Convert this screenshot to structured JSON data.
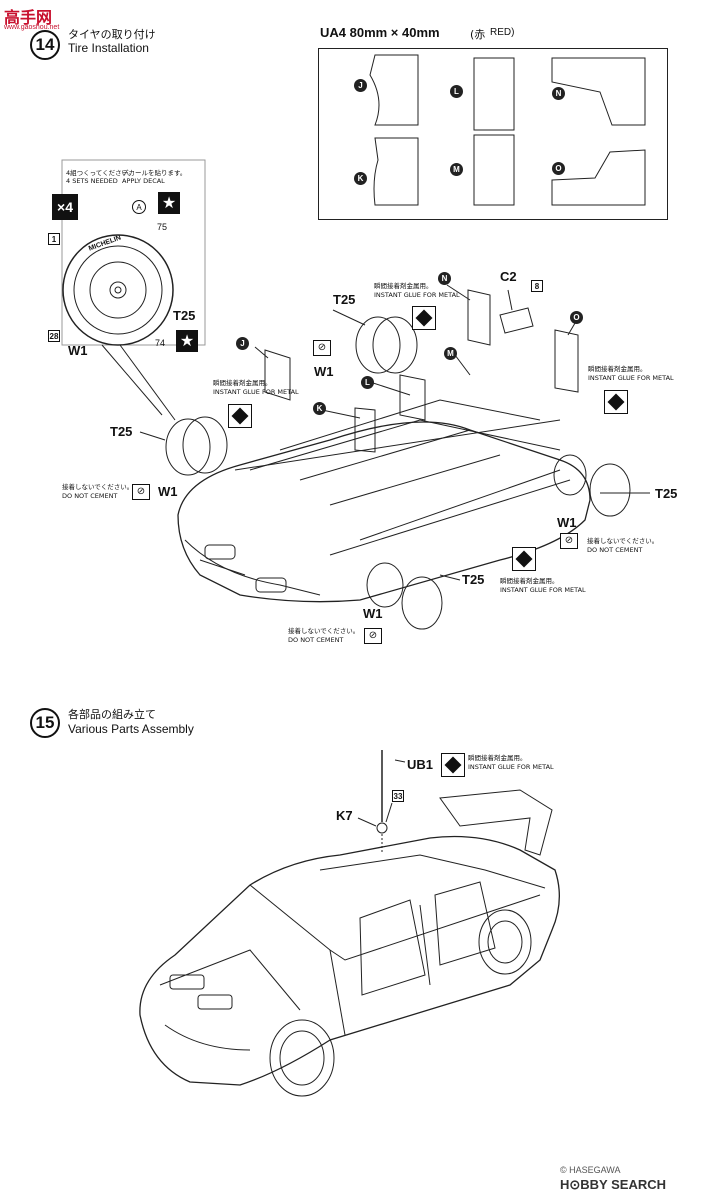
{
  "watermark": {
    "text": "高手网",
    "sub": "www.gaoshou.net"
  },
  "step14": {
    "number": "14",
    "title_jp": "タイヤの取り付け",
    "title_en": "Tire Installation"
  },
  "decal": {
    "title": "UA4  80mm × 40mm",
    "color_jp": "(赤",
    "color_en": "RED)",
    "parts": [
      "J",
      "K",
      "L",
      "M",
      "N",
      "O"
    ]
  },
  "tire_detail": {
    "sets_jp": "4組つくってください。",
    "sets_en": "4 SETS NEEDED",
    "decal_jp": "デカールを貼ります。",
    "decal_en": "APPLY DECAL",
    "qty": "×4",
    "part_a": "A",
    "num_75": "75",
    "num_1": "1",
    "num_28": "28",
    "num_74": "74",
    "t25": "T25",
    "w1": "W1",
    "brand": "MICHELIN"
  },
  "glue_note": {
    "jp": "瞬間接着剤金属用。",
    "en": "INSTANT GLUE FOR METAL"
  },
  "nocement_note": {
    "jp": "接着しないでください。",
    "en": "DO NOT CEMENT"
  },
  "labels": {
    "t25": "T25",
    "w1": "W1",
    "c2": "C2",
    "num8": "8",
    "n": "N",
    "m": "M",
    "l": "L",
    "o": "O",
    "j": "J",
    "k": "K"
  },
  "step15": {
    "number": "15",
    "title_jp": "各部品の組み立て",
    "title_en": "Various Parts Assembly",
    "ub1": "UB1",
    "k7": "K7",
    "num33": "33"
  },
  "footer": {
    "copyright": "© HASEGAWA",
    "brand": "H⊙BBY SEARCH"
  },
  "colors": {
    "accent": "#c8102e",
    "ink": "#111111"
  }
}
